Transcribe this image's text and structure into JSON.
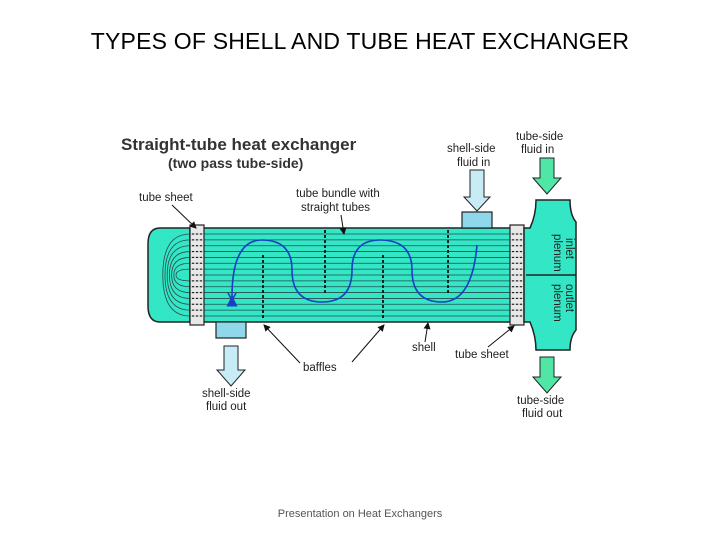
{
  "slide": {
    "title": "TYPES OF SHELL AND TUBE HEAT EXCHANGER",
    "footer": "Presentation on Heat Exchangers"
  },
  "diagram": {
    "title": "Straight-tube heat exchanger",
    "subtitle": "(two pass tube-side)",
    "labels": {
      "shell_in_1": "shell-side",
      "shell_in_2": "fluid in",
      "tube_in_1": "tube-side",
      "tube_in_2": "fluid in",
      "tube_sheet_left": "tube sheet",
      "bundle_1": "tube bundle with",
      "bundle_2": "straight tubes",
      "inlet_plenum_1": "inlet",
      "inlet_plenum_2": "plenum",
      "outlet_plenum_1": "outlet",
      "outlet_plenum_2": "plenum",
      "shell": "shell",
      "tube_sheet_right": "tube sheet",
      "baffles": "baffles",
      "shell_out_1": "shell-side",
      "shell_out_2": "fluid out",
      "tube_out_1": "tube-side",
      "tube_out_2": "fluid out"
    },
    "colors": {
      "fluid": "#33e6c6",
      "shell_fluid": "#8fd8ec",
      "arrow_fill": "#50e6a6",
      "tube_line": "#2a4a4a",
      "baffle": "#111111",
      "flow_arrow": "#1b3fc4"
    }
  }
}
